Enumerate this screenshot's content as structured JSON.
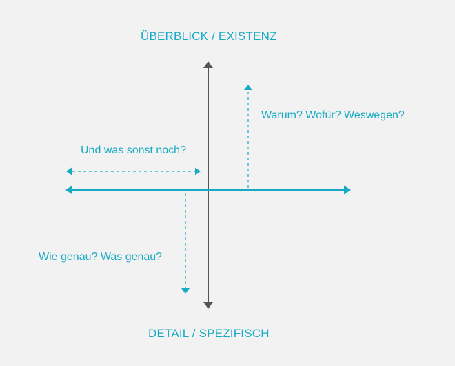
{
  "colors": {
    "background": "#f2f2f2",
    "accent": "#17abc3",
    "axis": "#555555"
  },
  "labels": {
    "top": "ÜBERBLICK / EXISTENZ",
    "bottom": "DETAIL / SPEZIFISCH",
    "up_arrow": "Warum? Wofür?  Weswegen?",
    "left_arrow": "Und was sonst noch?",
    "down_arrow": "Wie genau?  Was genau?"
  }
}
